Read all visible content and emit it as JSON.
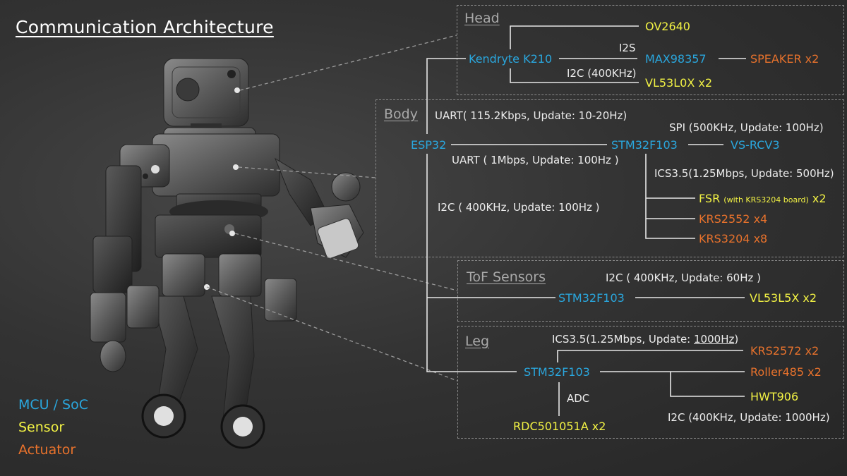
{
  "title": "Communication Architecture",
  "legend": {
    "mcu": "MCU / SoC",
    "sensor": "Sensor",
    "actuator": "Actuator"
  },
  "colors": {
    "mcu": "#2aa7de",
    "sensor": "#f2f244",
    "actuator": "#e8722c",
    "label": "#ececec"
  },
  "head": {
    "label": "Head",
    "k210": "Kendryte K210",
    "ov2640": "OV2640",
    "i2s": "I2S",
    "max98357": "MAX98357",
    "speaker": "SPEAKER x2",
    "i2c": "I2C (400KHz)",
    "vl53l0x": "VL53L0X x2"
  },
  "body": {
    "label": "Body",
    "uart_head": "UART( 115.2Kbps, Update: 10-20Hz)",
    "esp32": "ESP32",
    "stm32": "STM32F103",
    "uart_1m": "UART ( 1Mbps, Update: 100Hz )",
    "spi": "SPI (500KHz, Update: 100Hz)",
    "vs_rcv3": "VS-RCV3",
    "ics": "ICS3.5(1.25Mbps, Update: 500Hz)",
    "fsr": "FSR",
    "fsr_note": "(with KRS3204 board)",
    "fsr_count": "x2",
    "krs2552": "KRS2552 x4",
    "krs3204": "KRS3204 x8",
    "i2c_main": "I2C ( 400KHz, Update: 100Hz )"
  },
  "tof": {
    "label": "ToF Sensors",
    "i2c": "I2C ( 400KHz, Update: 60Hz )",
    "stm32": "STM32F103",
    "vl53l5x": "VL53L5X x2"
  },
  "leg": {
    "label": "Leg",
    "ics_prefix": "ICS3.5(1.25Mbps, Update: ",
    "ics_rate": "1000Hz",
    "ics_suffix": ")",
    "krs2572": "KRS2572 x2",
    "stm32": "STM32F103",
    "roller485": "Roller485 x2",
    "hwt906": "HWT906",
    "adc": "ADC",
    "i2c": "I2C (400KHz, Update: 1000Hz)",
    "rdc": "RDC501051A x2"
  }
}
